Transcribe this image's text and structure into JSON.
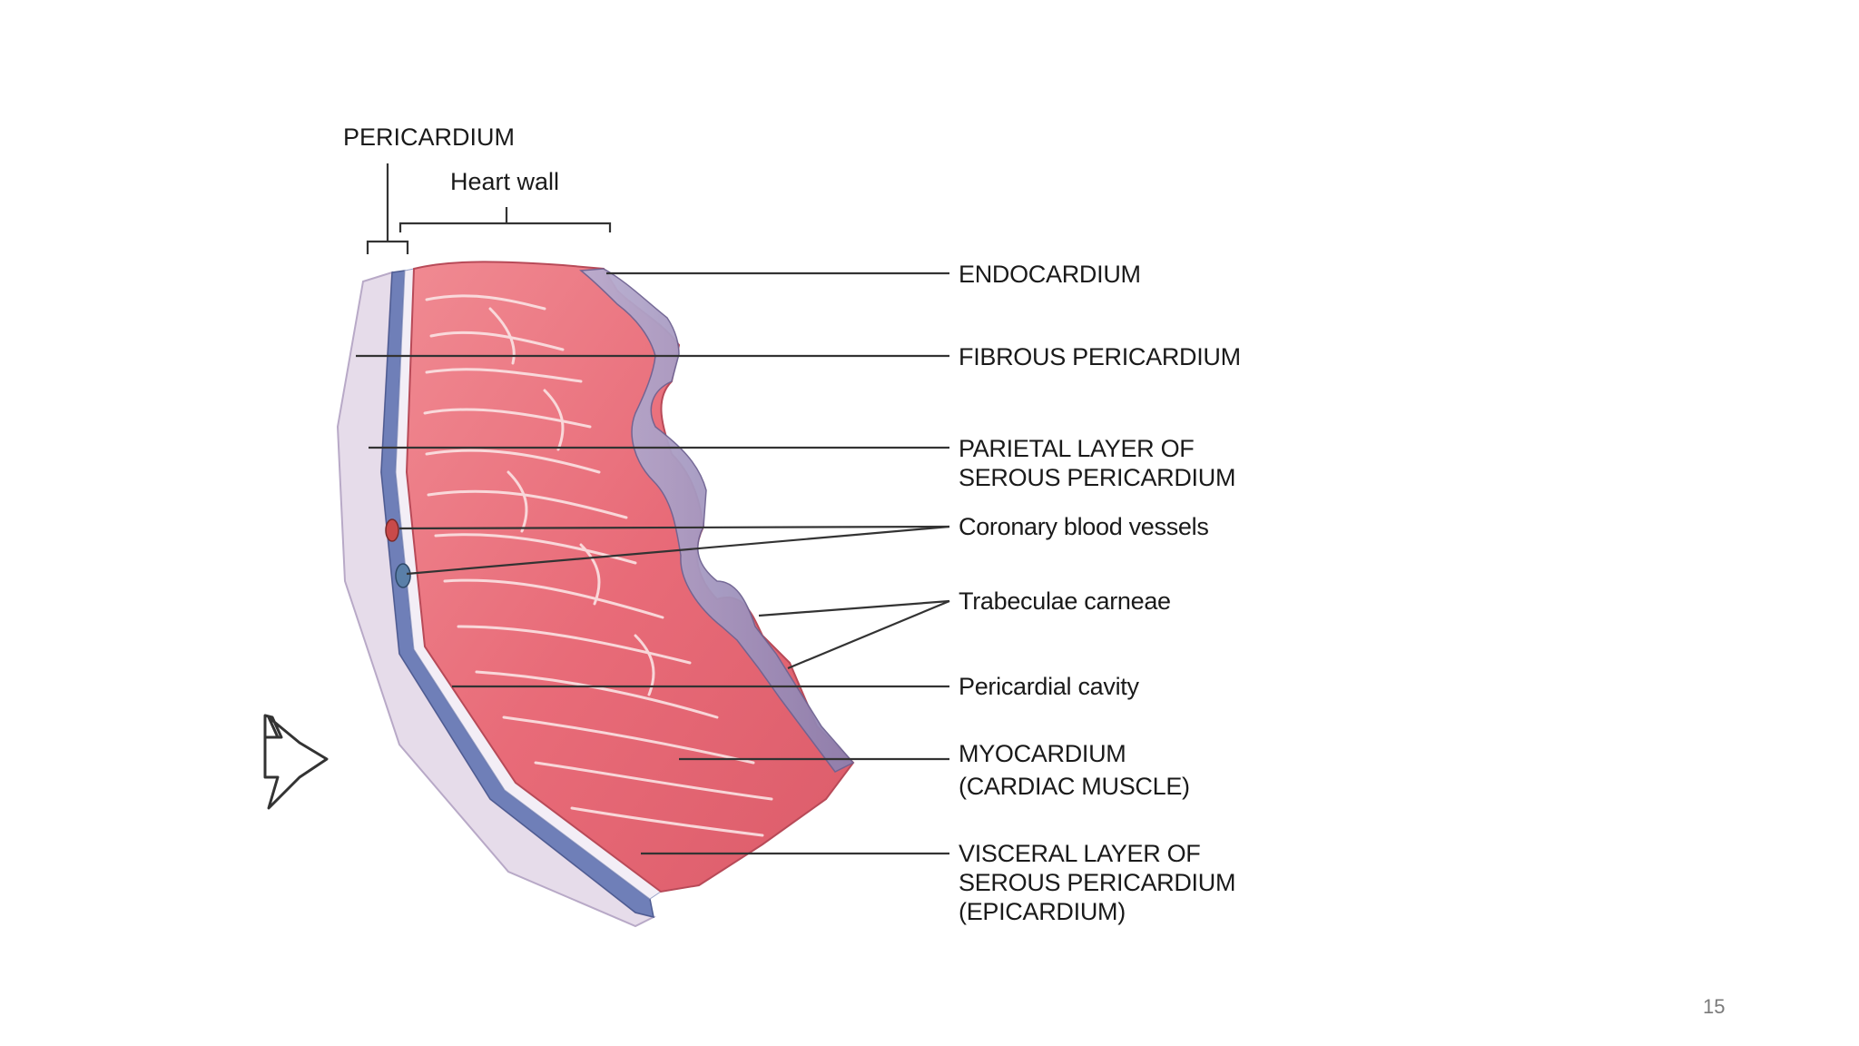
{
  "slide": {
    "page_number": "15",
    "header_labels": {
      "pericardium": "PERICARDIUM",
      "heart_wall": "Heart wall"
    },
    "labels": [
      {
        "id": "endocardium",
        "lines": [
          "ENDOCARDIUM"
        ]
      },
      {
        "id": "fibrous-pericardium",
        "lines": [
          "FIBROUS PERICARDIUM"
        ]
      },
      {
        "id": "parietal-layer",
        "lines": [
          "PARIETAL LAYER OF",
          "SEROUS PERICARDIUM"
        ]
      },
      {
        "id": "coronary-blood-vessels",
        "lines": [
          "Coronary blood vessels"
        ]
      },
      {
        "id": "trabeculae-carneae",
        "lines": [
          "Trabeculae carneae"
        ]
      },
      {
        "id": "pericardial-cavity",
        "lines": [
          "Pericardial cavity"
        ]
      },
      {
        "id": "myocardium",
        "lines": [
          "MYOCARDIUM",
          "(CARDIAC MUSCLE)"
        ]
      },
      {
        "id": "visceral-layer",
        "lines": [
          "VISCERAL LAYER OF",
          "SEROUS PERICARDIUM",
          "(EPICARDIUM)"
        ]
      }
    ],
    "colors": {
      "muscle": "#e8707a",
      "muscle_light": "#f4a6a8",
      "endocardium_surface": "#9c8fb8",
      "pericardium_band": "#6f7fb8",
      "fibrous_layer": "#d9cfe0",
      "leader_line": "#333333"
    },
    "icons": {
      "arrow": "right-arrow-icon"
    }
  }
}
